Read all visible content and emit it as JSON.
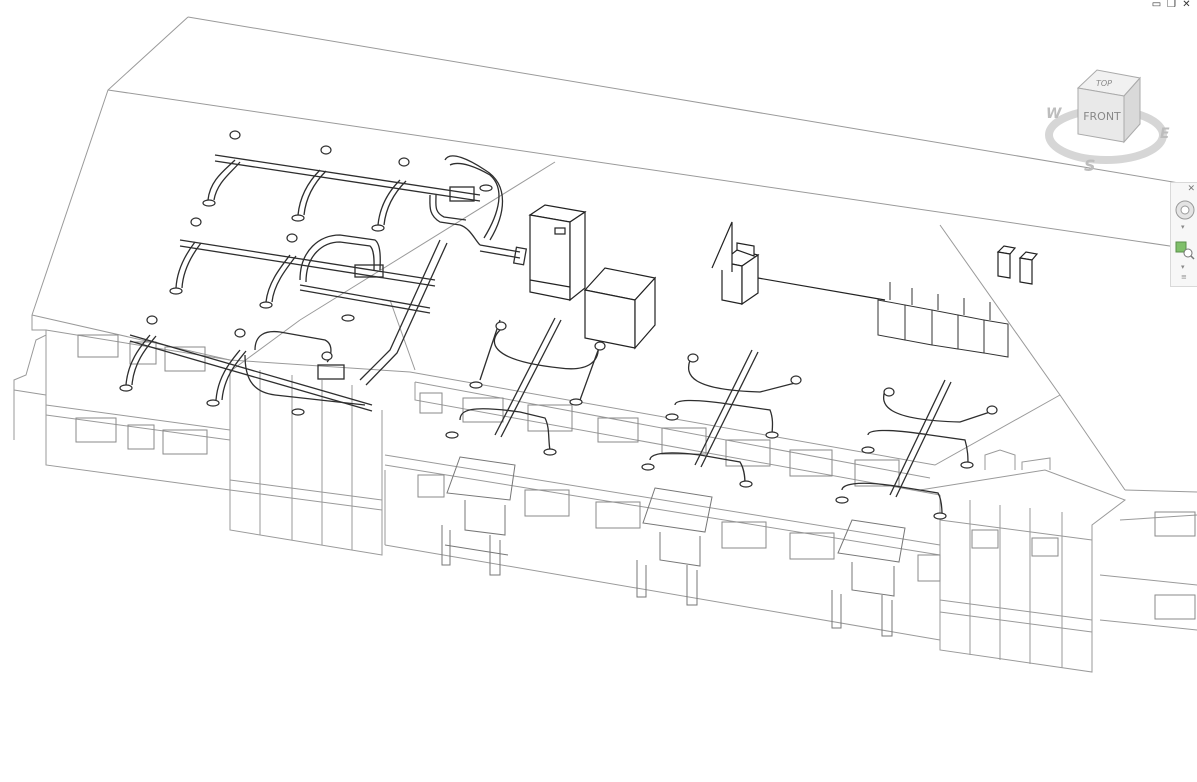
{
  "window_controls": {
    "minimize_glyph": "▭",
    "restore_glyph": "❐",
    "close_glyph": "✕"
  },
  "viewcube": {
    "top_label": "TOP",
    "front_label": "FRONT",
    "compass": {
      "west": "W",
      "east": "E",
      "south": "S"
    }
  },
  "nav_bar": {
    "close_glyph": "✕",
    "wheel_icon": "steering-wheel-icon",
    "zoom_icon": "zoom-region-icon",
    "menu_arrow": "▾",
    "customize_glyph": "≡"
  },
  "colors": {
    "line": "#3a3a3a",
    "faint": "#9a9a9a",
    "cube_face": "#e9e9e9"
  }
}
